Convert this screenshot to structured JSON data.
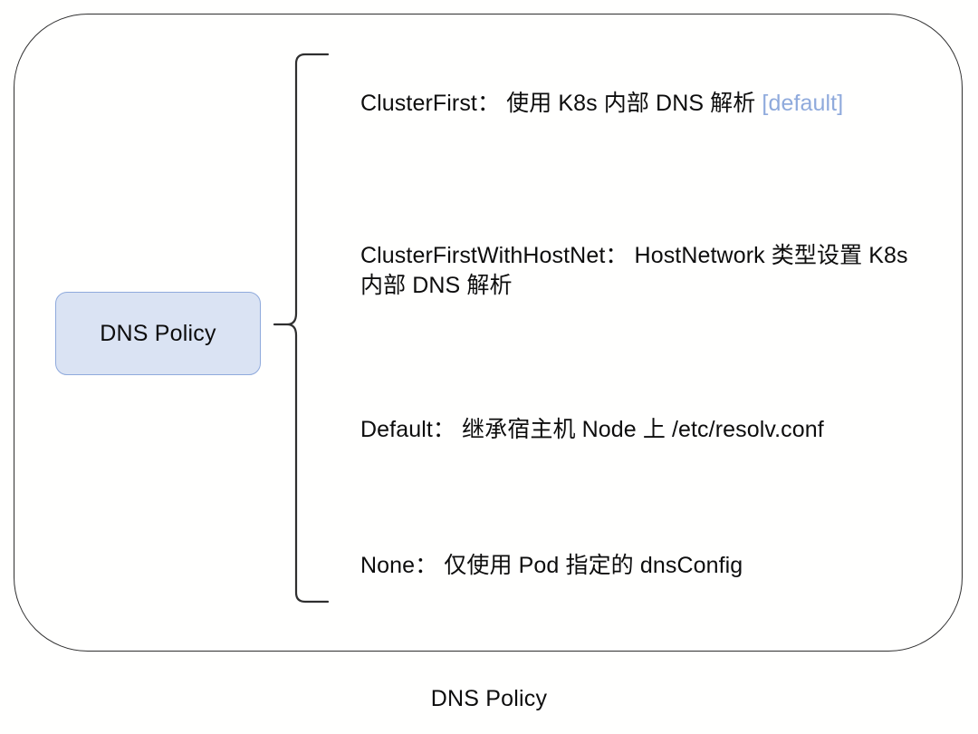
{
  "diagram": {
    "caption": "DNS Policy",
    "root": {
      "label": "DNS Policy",
      "fill_color": "#dae3f3",
      "border_color": "#8faadc"
    },
    "connector": {
      "type": "curly-brace",
      "orientation": "right",
      "color": "#2f2f2f"
    },
    "frame": {
      "shape": "rounded-rectangle",
      "border_color": "#2f2f2f"
    },
    "branches": [
      {
        "name": "cluster-first",
        "text": "ClusterFirst： 使用 K8s 内部 DNS 解析 ",
        "note": "[default]",
        "note_color": "#8faadc"
      },
      {
        "name": "cluster-first-with-host-net",
        "text": "ClusterFirstWithHostNet： HostNetwork 类型设置 K8s 内部 DNS 解析",
        "note": "",
        "note_color": ""
      },
      {
        "name": "default",
        "text": "Default： 继承宿主机 Node 上 /etc/resolv.conf",
        "note": "",
        "note_color": ""
      },
      {
        "name": "none",
        "text": "None： 仅使用 Pod 指定的 dnsConfig",
        "note": "",
        "note_color": ""
      }
    ]
  }
}
